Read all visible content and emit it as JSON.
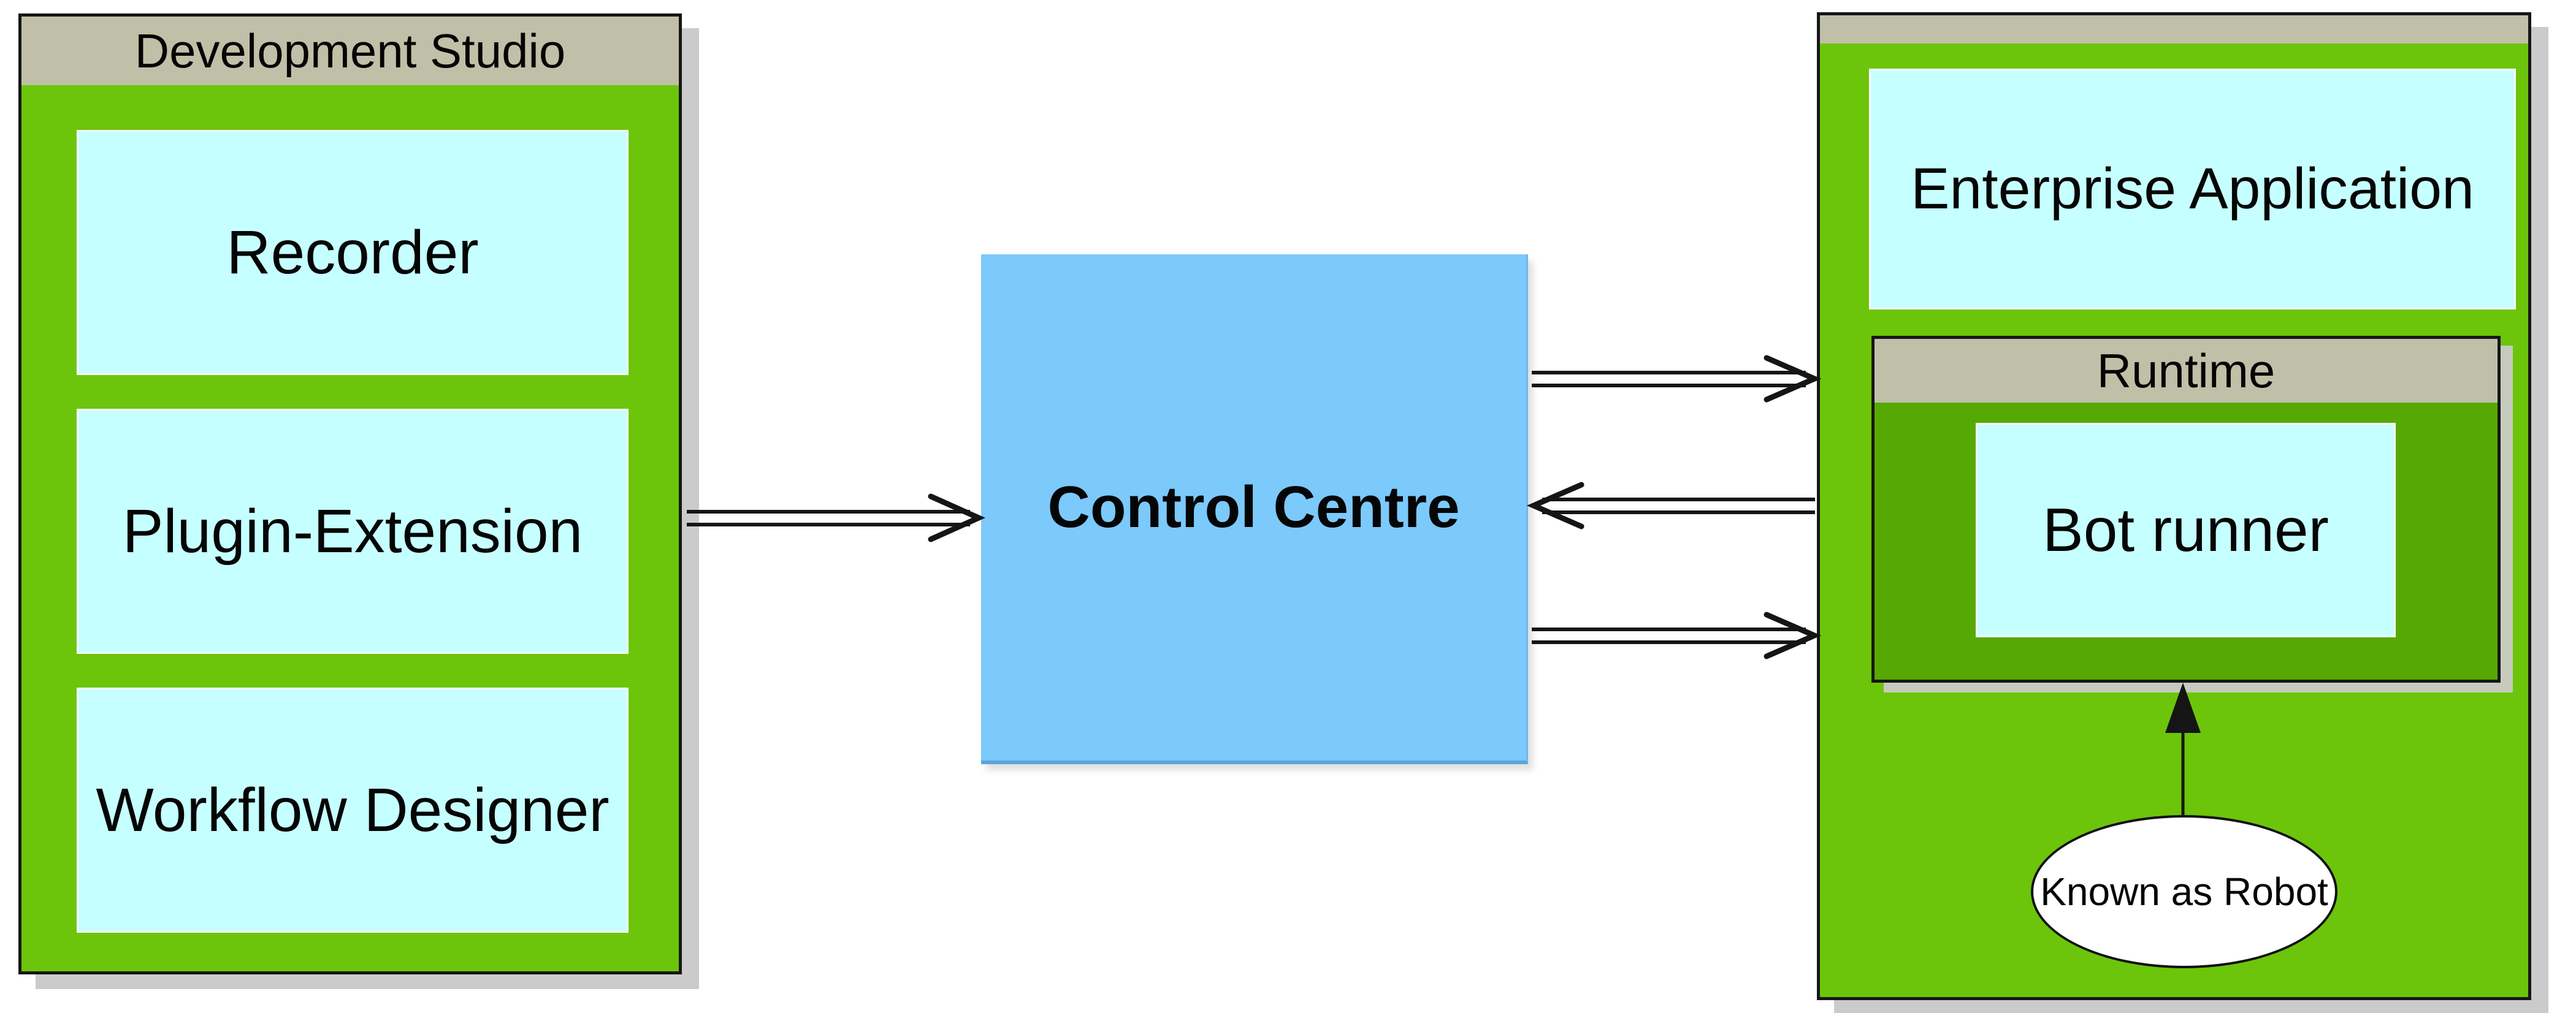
{
  "diagram": {
    "left_panel": {
      "title": "Development Studio",
      "modules": [
        {
          "label": "Recorder"
        },
        {
          "label": "Plugin-Extension"
        },
        {
          "label": "Workflow Designer"
        }
      ]
    },
    "control_centre": {
      "label": "Control Centre"
    },
    "right_panel": {
      "enterprise_application": {
        "label": "Enterprise Application"
      },
      "runtime": {
        "title": "Runtime",
        "bot_runner": {
          "label": "Bot runner"
        }
      },
      "robot_note": {
        "label": "Known as Robot"
      }
    },
    "colors": {
      "panel_green": "#6CC50A",
      "runtime_green": "#56A803",
      "header_tan": "#C0C0A8",
      "module_cyan": "#C6FFFF",
      "control_blue": "#7CC9FC",
      "line_black": "#151515",
      "background": "#FFFFFF"
    }
  }
}
